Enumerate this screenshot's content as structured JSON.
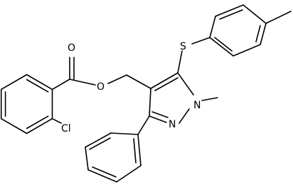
{
  "molecule": {
    "atoms": {
      "carbonyl_oxygen": "O",
      "ester_oxygen": "O",
      "sulfur": "S",
      "n_methyl": "N",
      "n_ring": "N",
      "chlorine": "Cl"
    },
    "colors": {
      "bond": "#000000",
      "label": "#000000",
      "background": "#ffffff"
    }
  }
}
